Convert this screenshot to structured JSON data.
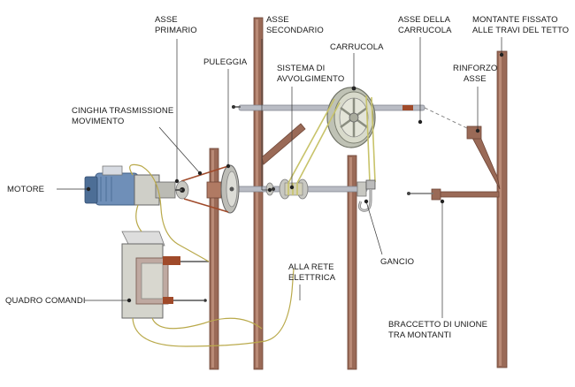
{
  "labels": {
    "asse_primario": [
      "ASSE",
      "PRIMARIO"
    ],
    "asse_secondario": [
      "ASSE",
      "SECONDARIO"
    ],
    "asse_carrucola": [
      "ASSE DELLA",
      "CARRUCOLA"
    ],
    "montante": [
      "MONTANTE FISSATO",
      "ALLE TRAVI DEL TETTO"
    ],
    "carrucola": [
      "CARRUCOLA"
    ],
    "puleggia": [
      "PULEGGIA"
    ],
    "sistema_avvolgimento": [
      "SISTEMA DI",
      "AVVOLGIMENTO"
    ],
    "rinforzo_asse": [
      "RINFORZO",
      "ASSE"
    ],
    "cinghia": [
      "CINGHIA TRASMISSIONE",
      "MOVIMENTO"
    ],
    "motore": [
      "MOTORE"
    ],
    "alla_rete": [
      "ALLA RETE",
      "ELETTRICA"
    ],
    "gancio": [
      "GANCIO"
    ],
    "quadro_comandi": [
      "QUADRO COMANDI"
    ],
    "braccetto": [
      "BRACCETTO DI UNIONE",
      "TRA MONTANTI"
    ]
  },
  "colors": {
    "post": "#9a6a57",
    "rope": "#c8c36a",
    "belt": "#a04a2a",
    "motor_blue": "#6f8fb8",
    "metal": "#c8c8c2"
  }
}
